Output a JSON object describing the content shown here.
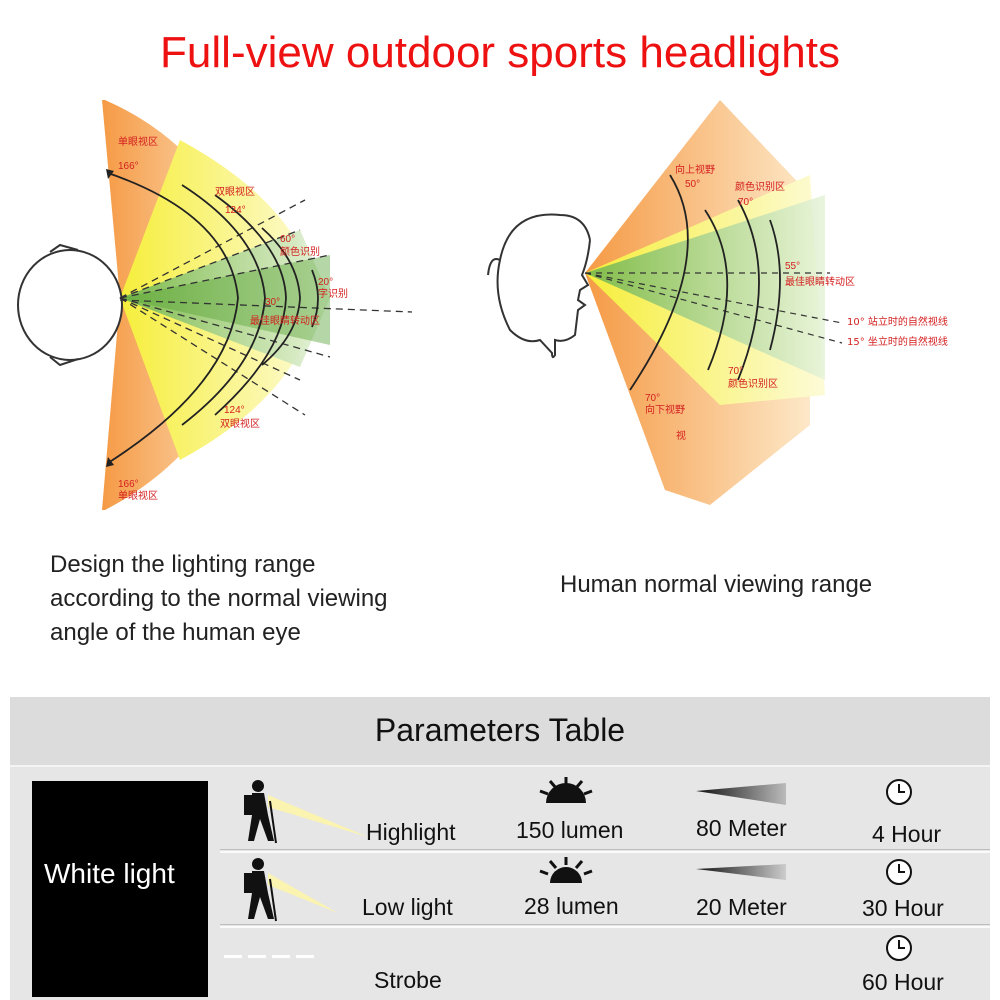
{
  "title": "Full-view outdoor sports headlights",
  "left_diagram": {
    "labels": {
      "mono_top": "单眼视区",
      "mono_top_deg": "166°",
      "bino_top": "双眼视区",
      "bino_top_deg": "124°",
      "color_deg": "60°",
      "color": "颜色识别",
      "char_deg": "20°",
      "char": "字识别",
      "eye_deg": "30°",
      "eye": "最佳眼睛转动区",
      "bino_bottom_deg": "124°",
      "bino_bottom": "双眼视区",
      "mono_bottom_deg": "166°",
      "mono_bottom": "单眼视区"
    }
  },
  "right_diagram": {
    "labels": {
      "up": "向上视野",
      "up_deg": "50°",
      "color_top": "颜色识别区",
      "color_top_deg": "70°",
      "eye_deg": "55°",
      "eye": "最佳眼睛转动区",
      "stand": "10° 站立时的自然视线",
      "sit": "15° 坐立时的自然视线",
      "color_bottom_deg": "70°",
      "color_bottom": "颜色识别区",
      "down_deg": "70°",
      "down": "向下视野",
      "down2": "视"
    }
  },
  "captions": {
    "left": [
      "Design the lighting range",
      "according to the normal viewing",
      "angle of the human eye"
    ],
    "right": "Human normal viewing range"
  },
  "table": {
    "title": "Parameters Table",
    "mode": "White light",
    "rows": [
      {
        "mode": "Highlight",
        "lumen": "150 lumen",
        "distance": "80 Meter",
        "time": "4 Hour"
      },
      {
        "mode": "Low light",
        "lumen": "28 lumen",
        "distance": "20 Meter",
        "time": "30 Hour"
      },
      {
        "mode": "Strobe",
        "lumen": "",
        "distance": "",
        "time": "60 Hour"
      }
    ],
    "icons": {
      "hiker": "hiker-icon",
      "sun": "sun-burst-icon",
      "beam": "beam-icon",
      "clock": "clock-icon",
      "strobe": "strobe-dashes-icon"
    }
  },
  "colors": {
    "title": "#ee1111",
    "diagram_text": "#d42020",
    "fan_orange": "#f7a55a",
    "fan_yellow": "#f8ef5a",
    "fan_green": "#9dcf6a"
  }
}
